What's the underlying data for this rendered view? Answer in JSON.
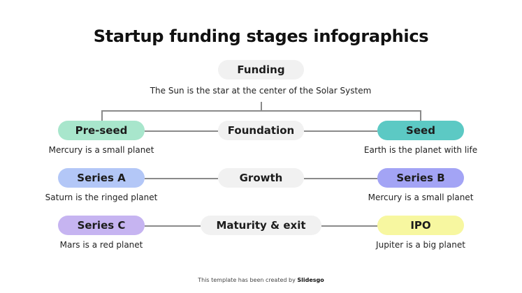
{
  "title": "Startup funding stages infographics",
  "root": {
    "label": "Funding",
    "description": "The Sun is the star at the center of the Solar System"
  },
  "rows": [
    {
      "center_label": "Foundation",
      "left": {
        "label": "Pre-seed",
        "caption": "Mercury is a small planet",
        "color": "#a8e6cc"
      },
      "right": {
        "label": "Seed",
        "caption": "Earth is the planet with life",
        "color": "#5cc9c4"
      }
    },
    {
      "center_label": "Growth",
      "left": {
        "label": "Series A",
        "caption": "Saturn is the ringed planet",
        "color": "#b3c7f7"
      },
      "right": {
        "label": "Series B",
        "caption": "Mercury is a small planet",
        "color": "#a3a4f5"
      }
    },
    {
      "center_label": "Maturity & exit",
      "left": {
        "label": "Series C",
        "caption": "Mars is a red planet",
        "color": "#c6b4f1"
      },
      "right": {
        "label": "IPO",
        "caption": "Jupiter is a big planet",
        "color": "#f7f7a0"
      }
    }
  ],
  "colors": {
    "center_pill": "#f1f1f1",
    "connector": "#8a8a8a",
    "text": "#1a1a1a"
  },
  "footer": {
    "prefix": "This template has been created by ",
    "brand": "Slidesgo"
  }
}
